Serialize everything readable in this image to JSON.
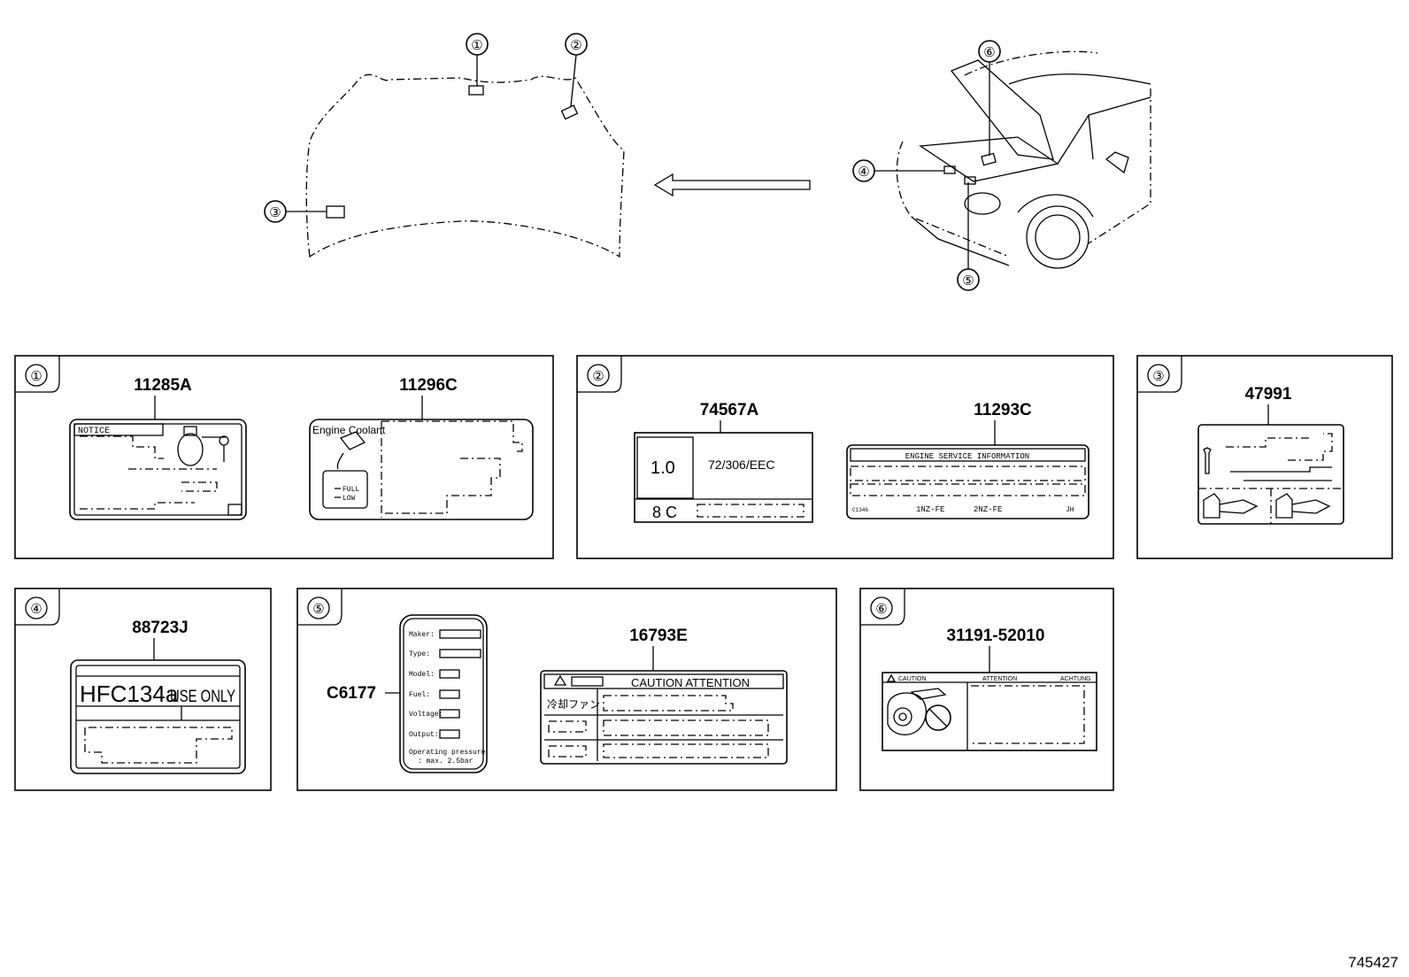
{
  "diagram": {
    "callouts": [
      "①",
      "②",
      "③",
      "④",
      "⑤",
      "⑥"
    ],
    "panels": [
      {
        "marker": "①",
        "parts": [
          "11285A",
          "11296C"
        ],
        "label_notice": "NOTICE",
        "label_coolant": "Engine Coolant",
        "label_full": "FULL",
        "label_low": "LOW"
      },
      {
        "marker": "②",
        "parts": [
          "74567A",
          "11293C"
        ],
        "label_1_0": "1.0",
        "label_eec": "72/306/EEC",
        "label_8c": "8 C",
        "label_esi": "ENGINE SERVICE INFORMATION",
        "label_code": "C1346",
        "label_1nz": "1NZ-FE",
        "label_2nz": "2NZ-FE",
        "label_jh": "JH"
      },
      {
        "marker": "③",
        "parts": [
          "47991"
        ]
      },
      {
        "marker": "④",
        "parts": [
          "88723J"
        ],
        "label_hfc": "HFC134a",
        "label_use": "USE ONLY"
      },
      {
        "marker": "⑤",
        "parts": [
          "C6177",
          "16793E"
        ],
        "rows": [
          "Maker:",
          "Type:",
          "Model:",
          "Fuel:",
          "Voltage:",
          "Output:"
        ],
        "label_op1": "Operating pressure",
        "label_op2": ": max. 2.5bar",
        "label_caution": "CAUTION  ATTENTION",
        "label_jp": "冷却ファン"
      },
      {
        "marker": "⑥",
        "parts": [
          "31191-52010"
        ],
        "label_caution": "CAUTION",
        "label_attention": "ATTENTION",
        "label_achtung": "ACHTUNG"
      }
    ],
    "figure_number": "745427"
  }
}
